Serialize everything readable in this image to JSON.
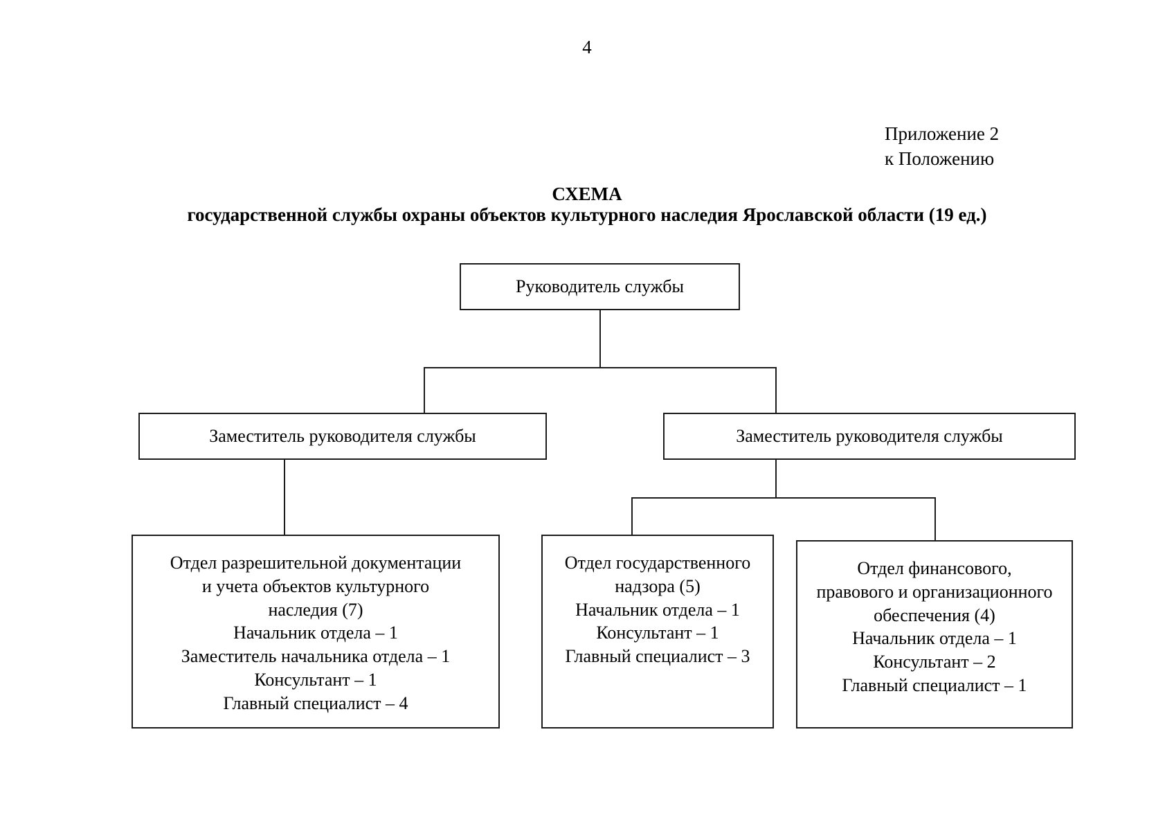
{
  "page": {
    "number": "4"
  },
  "appendix": {
    "line1": "Приложение 2",
    "line2": "к Положению"
  },
  "title": "СХЕМА",
  "subtitle": "государственной службы охраны объектов культурного наследия Ярославской области (19 ед.)",
  "org_chart": {
    "head": {
      "label": "Руководитель службы"
    },
    "deputies": [
      {
        "label": "Заместитель руководителя службы"
      },
      {
        "label": "Заместитель руководителя службы"
      }
    ],
    "departments": [
      {
        "name_lines": [
          "Отдел разрешительной документации",
          "и учета объектов культурного",
          "наследия (7)"
        ],
        "positions": [
          "Начальник отдела – 1",
          "Заместитель начальника отдела – 1",
          "Консультант – 1",
          "Главный специалист – 4"
        ],
        "headcount": "7"
      },
      {
        "name_lines": [
          "Отдел государственного",
          "надзора (5)"
        ],
        "positions": [
          "Начальник отдела – 1",
          "Консультант – 1",
          "Главный специалист – 3"
        ],
        "headcount": "5"
      },
      {
        "name_lines": [
          "Отдел финансового,",
          "правового и организационного",
          "обеспечения (4)"
        ],
        "positions": [
          "Начальник отдела – 1",
          "Консультант – 2",
          "Главный специалист – 1"
        ],
        "headcount": "4"
      }
    ]
  },
  "colors": {
    "ink": "#1b1b1b",
    "paper": "#ffffff"
  }
}
